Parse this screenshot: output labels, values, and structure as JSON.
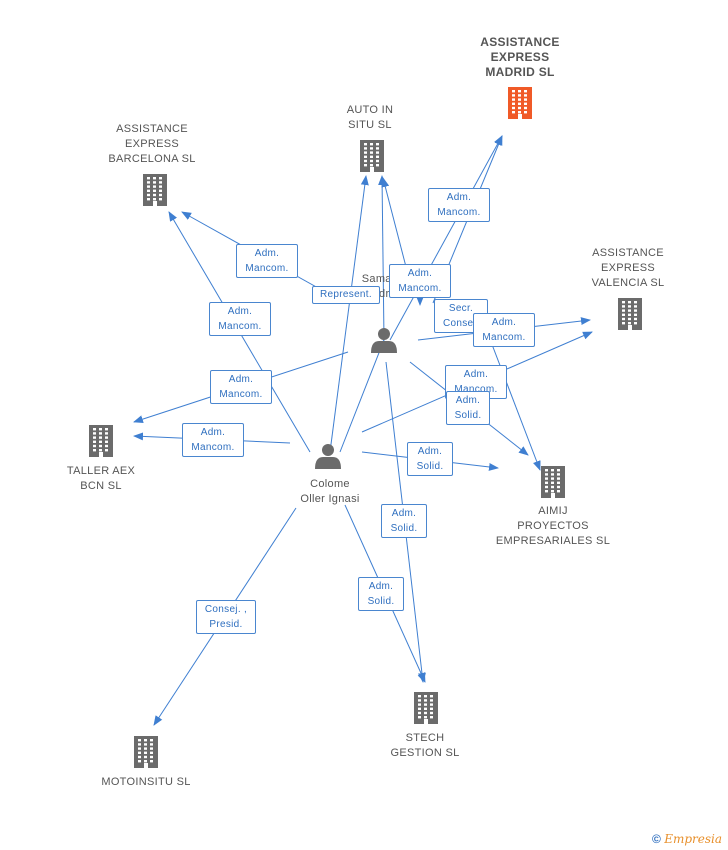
{
  "colors": {
    "edge": "#3f7fd1",
    "building": "#6b6b6b",
    "building_highlight": "#f05a28",
    "person": "#6b6b6b"
  },
  "persons": [
    {
      "id": "samaniego",
      "label": "Saman...\nAdria"
    },
    {
      "id": "colome",
      "label": "Colome\nOller Ignasi"
    }
  ],
  "companies": [
    {
      "id": "madrid",
      "label": "ASSISTANCE\nEXPRESS\nMADRID SL",
      "highlight": true
    },
    {
      "id": "autoinsitu",
      "label": "AUTO IN\nSITU SL"
    },
    {
      "id": "barcelona",
      "label": "ASSISTANCE\nEXPRESS\nBARCELONA SL"
    },
    {
      "id": "valencia",
      "label": "ASSISTANCE\nEXPRESS\nVALENCIA SL"
    },
    {
      "id": "taller",
      "label": "TALLER AEX\nBCN SL"
    },
    {
      "id": "aimij",
      "label": "AIMIJ\nPROYECTOS\nEMPRESARIALES SL"
    },
    {
      "id": "stech",
      "label": "STECH\nGESTION SL"
    },
    {
      "id": "motoinsitu",
      "label": "MOTOINSITU SL"
    }
  ],
  "relations": [
    {
      "id": "r1",
      "label": "Adm.\nMancom."
    },
    {
      "id": "r2",
      "label": "Adm.\nMancom."
    },
    {
      "id": "r3",
      "label": "Represent."
    },
    {
      "id": "r4",
      "label": "Adm.\nMancom."
    },
    {
      "id": "r5",
      "label": "Adm.\nMancom."
    },
    {
      "id": "r6",
      "label": "Secr.\nConsej."
    },
    {
      "id": "r7",
      "label": "Adm.\nMancom."
    },
    {
      "id": "r8",
      "label": "Adm.\nMancom."
    },
    {
      "id": "r9",
      "label": "Adm.\nSolid."
    },
    {
      "id": "r10",
      "label": "Adm.\nMancom."
    },
    {
      "id": "r11",
      "label": "Adm.\nMancom."
    },
    {
      "id": "r12",
      "label": "Adm.\nSolid."
    },
    {
      "id": "r13",
      "label": "Adm.\nSolid."
    },
    {
      "id": "r14",
      "label": "Adm.\nSolid."
    },
    {
      "id": "r15",
      "label": "Consej. ,\nPresid."
    }
  ],
  "footer": {
    "copyright": "©",
    "brand": "Empresia"
  }
}
